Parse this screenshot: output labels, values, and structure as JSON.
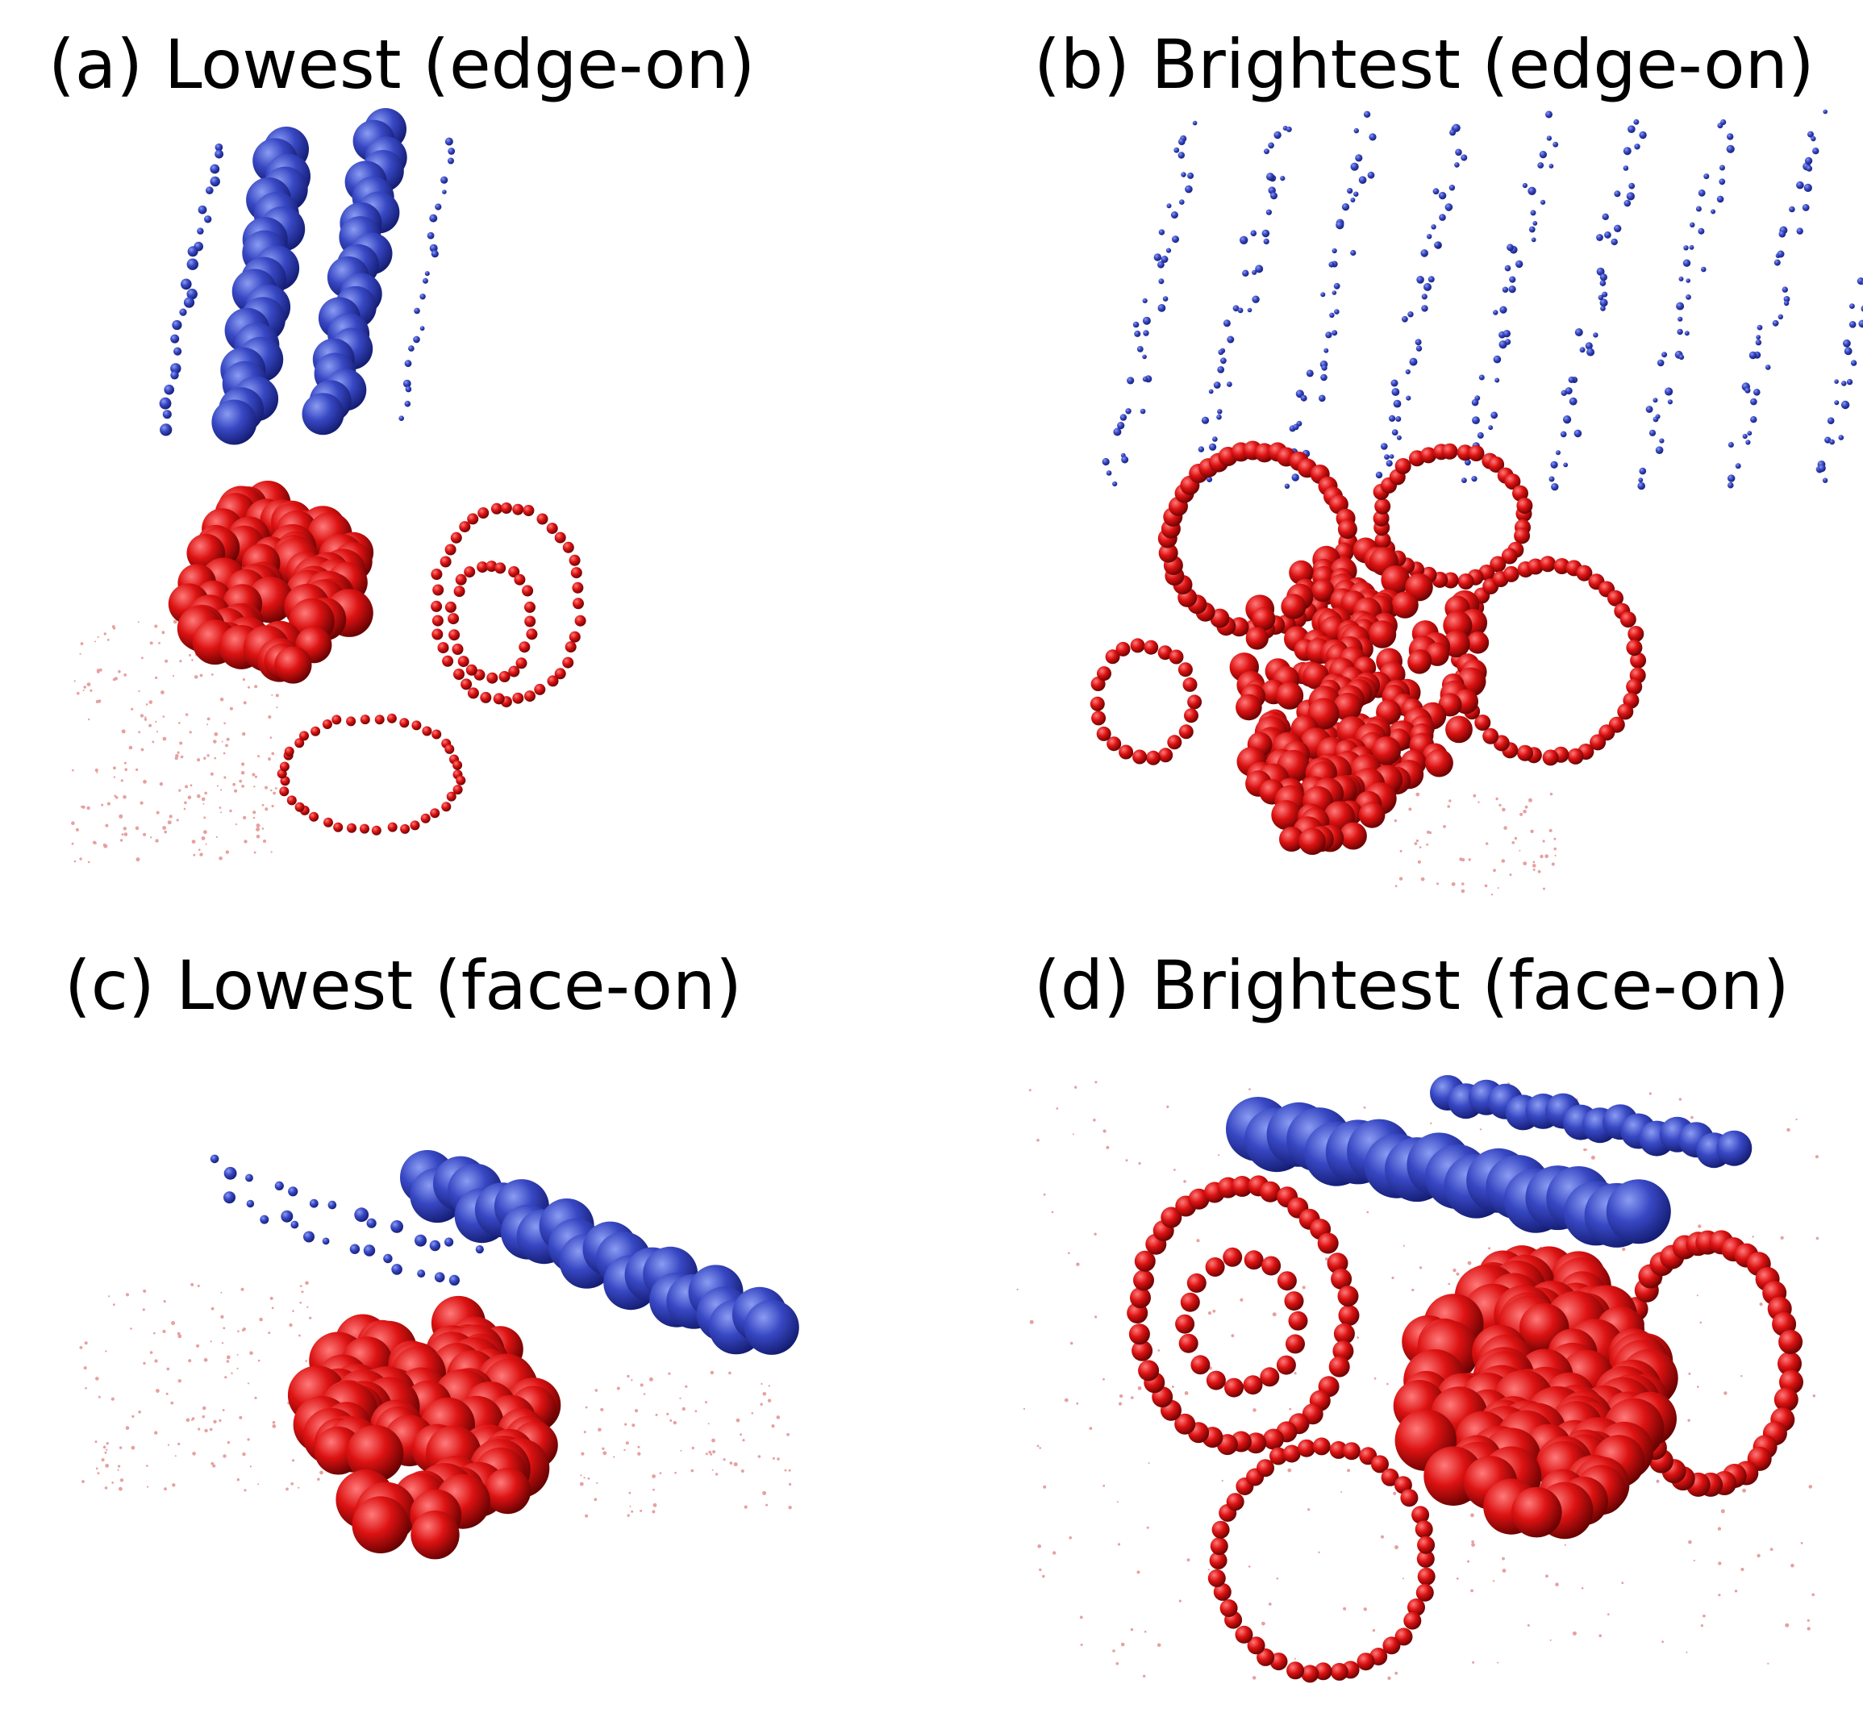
{
  "panels": [
    {
      "id": "a",
      "title": "(a) Lowest (edge-on)"
    },
    {
      "id": "b",
      "title": "(b) Brightest (edge-on)"
    },
    {
      "id": "c",
      "title": "(c) Lowest (face-on)"
    },
    {
      "id": "d",
      "title": "(d) Brightest (face-on)"
    }
  ],
  "colors": {
    "blue_light": "#8a9cf2",
    "blue": "#3848c4",
    "blue_dark": "#10186a",
    "red_light": "#ff7a7a",
    "red": "#dd1212",
    "red_dark": "#5a0000",
    "background": "#ffffff"
  }
}
